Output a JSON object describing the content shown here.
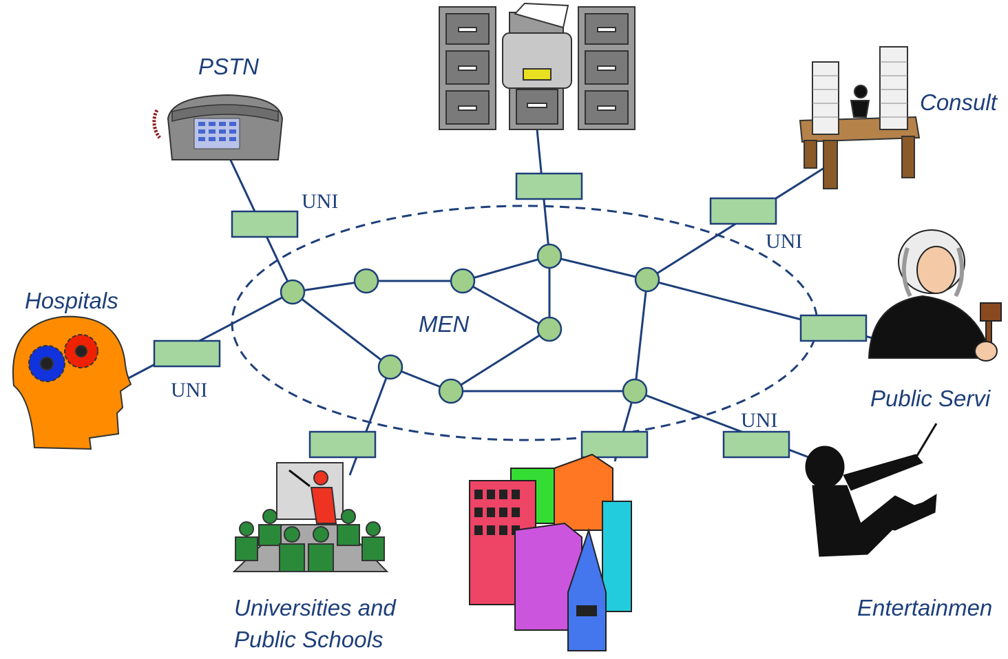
{
  "labels": {
    "pstn": "PSTN",
    "hospitals": "Hospitals",
    "men": "MEN",
    "consulting": "Consult",
    "public_services": "Public Servi",
    "entertainment": "Entertainmen",
    "universities_line1": "Universities and",
    "universities_line2": "Public Schools",
    "uni": "UNI"
  },
  "colors": {
    "link": "#1d3f7a",
    "node_fill": "#9fcf8a",
    "uni_box_fill": "#a6d6a0",
    "text": "#1d3f7a"
  },
  "icons": [
    "telephone-icon",
    "file-cabinet-fax-icon",
    "desk-documents-icon",
    "judge-icon",
    "conductor-icon",
    "city-buildings-icon",
    "classroom-icon",
    "head-gears-icon"
  ]
}
